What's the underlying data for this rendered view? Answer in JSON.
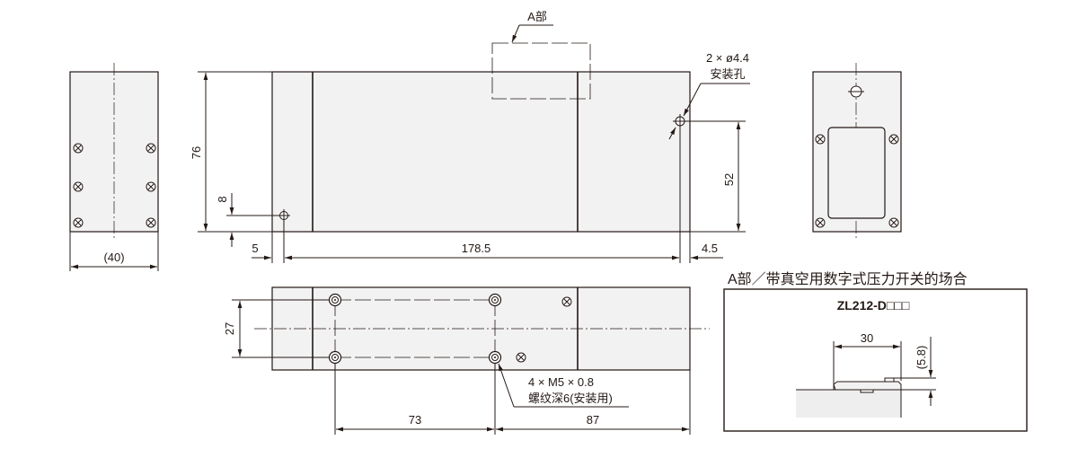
{
  "side_view_left": {
    "width_dim": "(40)"
  },
  "front_view": {
    "height_dim": "76",
    "hole_offset_dim": "8",
    "left_offset_dim": "5",
    "hole_pitch_dim": "178.5",
    "right_offset_dim": "4.5",
    "hole_height_dim": "52",
    "detail_ref_label": "A部",
    "hole_label_line1": "2 × ø4.4",
    "hole_label_line2": "安装孔"
  },
  "bottom_view": {
    "pitch_y_dim": "27",
    "pitch_x_dim": "73",
    "edge_dim": "87",
    "thread_label_line1": "4 × M5 × 0.8",
    "thread_label_line2": "螺纹深6(安装用)"
  },
  "detail_a": {
    "title": "A部／带真空用数字式压力开关的场合",
    "model": "ZL212-D□□□",
    "width_dim": "30",
    "height_dim": "(5.8)"
  }
}
